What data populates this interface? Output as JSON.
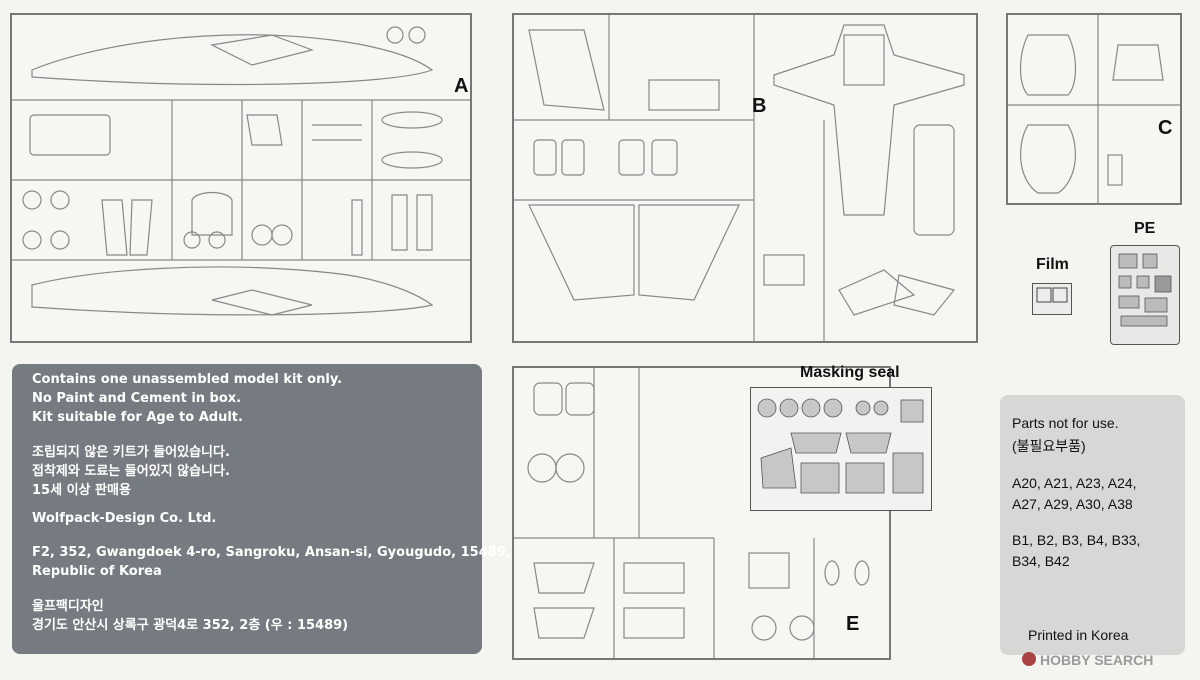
{
  "sprues": {
    "A": {
      "letter": "A"
    },
    "B": {
      "letter": "B"
    },
    "C": {
      "letter": "C"
    },
    "E": {
      "letter": "E"
    }
  },
  "labels": {
    "pe": "PE",
    "film": "Film",
    "masking": "Masking seal"
  },
  "info": {
    "line1": "Contains one unassembled model kit only.",
    "line2": "No Paint and Cement in box.",
    "line3": "Kit suitable for Age to Adult.",
    "ko1": "조립되지 않은 키트가 들어있습니다.",
    "ko2": "접착제와 도료는 들어있지 않습니다.",
    "ko3": "15세 이상 판매용",
    "company": "Wolfpack-Design Co. Ltd.",
    "addr1": "F2, 352, Gwangdoek 4-ro, Sangroku, Ansan-si, Gyougudo, 15489,",
    "addr2": "Republic of Korea",
    "ko_company": "울프팩디자인",
    "ko_addr": "경기도 안산시 상록구 광덕4로 352, 2층 (우 : 15489)"
  },
  "parts_not_for_use": {
    "title": "Parts not for use.",
    "title_ko": "(불필요부품)",
    "row1": "A20, A21, A23, A24,",
    "row2": "A27, A29, A30, A38",
    "row3": "B1, B2, B3, B4, B33,",
    "row4": "B34, B42",
    "printed": "Printed in Korea"
  },
  "watermark": "HOBBY SEARCH"
}
